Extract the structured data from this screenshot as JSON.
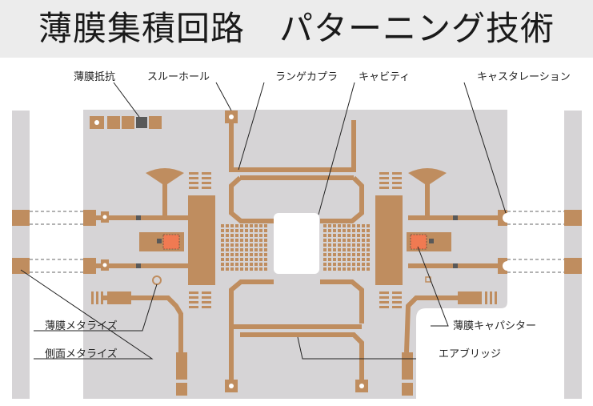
{
  "title": "薄膜集積回路　パターニング技術",
  "colors": {
    "substrate": "#d6d4d6",
    "metal": "#bf8d5f",
    "resistor": "#595959",
    "capacitor": "#f07a52",
    "title_bg": "#ececec",
    "leader": "#222222"
  },
  "labels": {
    "thin_film_resistor": "薄膜抵抗",
    "through_hole": "スルーホール",
    "lange_coupler": "ランゲカプラ",
    "cavity": "キャビティ",
    "castellation": "キャスタレーション",
    "thin_film_metallize": "薄膜メタライズ",
    "side_metallize": "側面メタライズ",
    "thin_film_capacitor": "薄膜キャパシター",
    "air_bridge": "エアブリッジ"
  }
}
